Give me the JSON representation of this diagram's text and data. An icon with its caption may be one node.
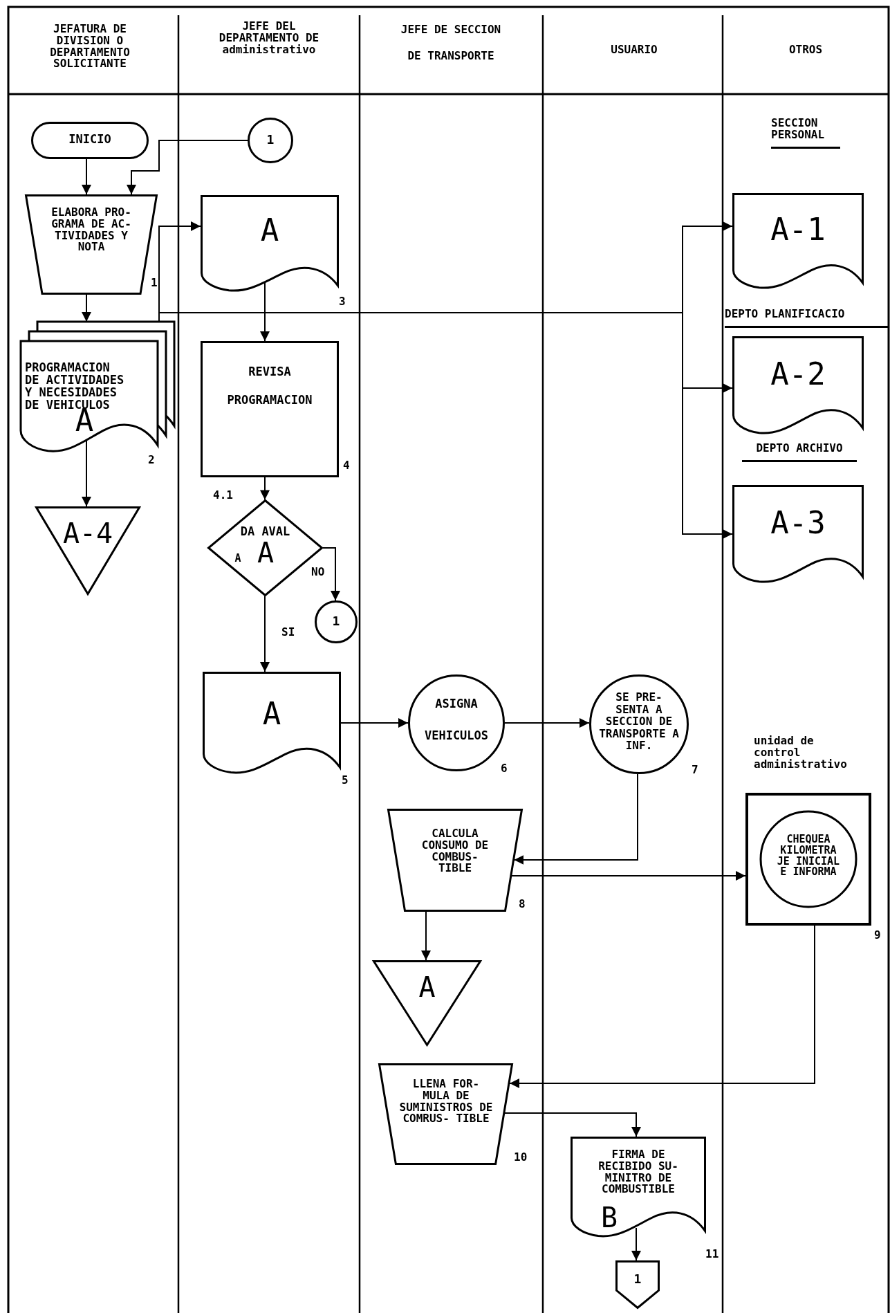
{
  "diagram": {
    "nodes": [
      {
        "text": [
          "INICIO"
        ]
      },
      {
        "text": [
          "1"
        ]
      },
      {
        "text": [
          "ELABORA PRO- GRAMA DE AC- TIVIDADES Y NOTA"
        ],
        "beside": [
          "1"
        ]
      },
      {
        "text": [
          "A"
        ],
        "beside": [
          "3"
        ]
      },
      {
        "text": [
          "PROGRAMACION DE ACTIVIDADES Y NECESIDADES DE VEHICULOS",
          "A"
        ],
        "beside": [
          "2"
        ]
      },
      {
        "text": [
          "A-4"
        ]
      },
      {
        "text": [
          "REVISA PROGRAMACION"
        ],
        "beside": [
          "4"
        ]
      },
      {
        "text": [
          "DA AVAL",
          "A",
          "A"
        ],
        "beside": [
          "4.1"
        ]
      },
      {
        "text": [
          "1"
        ]
      },
      {
        "text": [
          "A"
        ],
        "beside": [
          "5"
        ]
      },
      {
        "text": [
          "ASIGNA VEHICULOS"
        ],
        "beside": [
          "6"
        ]
      },
      {
        "text": [
          "SE PRE- SENTA A SECCION DE TRANSPORTE A INF."
        ],
        "beside": [
          "7"
        ]
      },
      {
        "text": [
          "CALCULA CONSUMO DE COMBUS- TIBLE"
        ],
        "beside": [
          "8"
        ]
      },
      {
        "text": [
          "A"
        ]
      },
      {
        "text": [
          "LLENA FOR- MULA DE SUMINISTROS DE COMRUS- TIBLE"
        ],
        "beside": [
          "10"
        ]
      },
      {
        "text": [
          "CHEQUEA KILOMETRA JE INICIAL E INFORMA"
        ],
        "beside": [
          "9"
        ]
      },
      {
        "text": [
          "FIRMA DE RECIBIDO SU- MINITRO DE COMBUSTIBLE",
          "B"
        ],
        "beside": [
          "11"
        ]
      },
      {
        "text": [
          "1"
        ]
      },
      {
        "text": [
          "A-1"
        ]
      },
      {
        "text": [
          "A-2"
        ]
      },
      {
        "text": [
          "A-3"
        ]
      }
    ],
    "edges": [
      {
        "from": 0,
        "to": 2,
        "arrow": "to"
      },
      {
        "from": 1,
        "to": 2,
        "arrow": "to"
      },
      {
        "from": 2,
        "to": 4,
        "arrow": "to"
      },
      {
        "from": 4,
        "to": 3,
        "arrow": "to"
      },
      {
        "from": 4,
        "to": 18,
        "arrow": "to"
      },
      {
        "from": 4,
        "to": 19,
        "arrow": "to"
      },
      {
        "from": 4,
        "to": 20,
        "arrow": "to"
      },
      {
        "from": 4,
        "to": 5,
        "arrow": "to"
      },
      {
        "from": 3,
        "to": 6,
        "arrow": "to"
      },
      {
        "from": 6,
        "to": 7,
        "arrow": "to"
      },
      {
        "from": 7,
        "to": 8,
        "arrow": "to",
        "label": "NO"
      },
      {
        "from": 7,
        "to": 9,
        "arrow": "to",
        "label": "SI"
      },
      {
        "from": 9,
        "to": 10,
        "arrow": "to"
      },
      {
        "from": 10,
        "to": 11,
        "arrow": "to"
      },
      {
        "from": 11,
        "to": 12,
        "arrow": "to"
      },
      {
        "from": 12,
        "to": 15,
        "arrow": "to"
      },
      {
        "from": 12,
        "to": 13,
        "arrow": "to"
      },
      {
        "from": 15,
        "to": 14,
        "arrow": "to"
      },
      {
        "from": 14,
        "to": 16,
        "arrow": "to"
      },
      {
        "from": 16,
        "to": 17,
        "arrow": "to"
      }
    ],
    "labels": [
      "JEFATURA DE DIVISION O DEPARTAMENTO SOLICITANTE",
      "JEFE DEL DEPARTAMENTO DE administrativo",
      "JEFE DE SECCION DE TRANSPORTE",
      "USUARIO",
      "OTROS",
      "SECCION PERSONAL",
      "DEPTO PLANIFICACIO",
      "DEPTO ARCHIVO",
      "unidad de control administrativo"
    ]
  }
}
